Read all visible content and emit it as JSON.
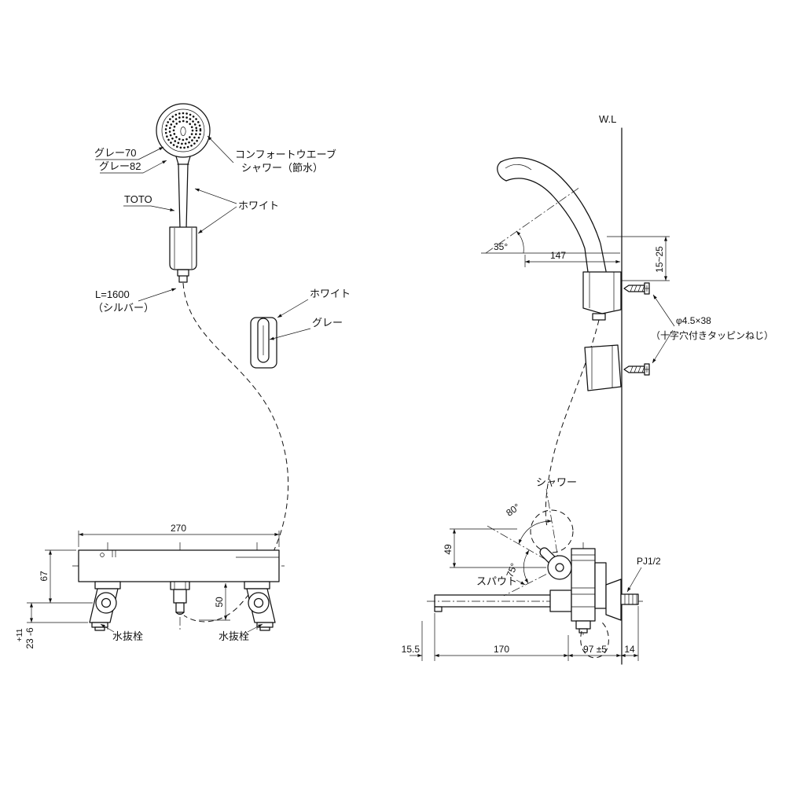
{
  "hand_shower": {
    "gray70": "グレー70",
    "gray82": "グレー82",
    "brand": "TOTO",
    "product_line1": "コンフォートウエーブ",
    "product_line2": "シャワー（節水）",
    "white": "ホワイト",
    "hose_length": "L=1600",
    "hose_color": "（シルバー）"
  },
  "hanger": {
    "white": "ホワイト",
    "gray": "グレー"
  },
  "installed_view": {
    "wall_line": "W.L",
    "angle": "35°",
    "dim_reach": "147",
    "dim_range": "15~25",
    "screw_size": "φ4.5×38",
    "screw_type": "（十字穴付きタッピンねじ）"
  },
  "front_view": {
    "dim_width": "270",
    "dim_height": "67",
    "dim_drop": "50",
    "tol_upper": "+11",
    "dim_leg": "23 -6",
    "drain_left": "水抜栓",
    "drain_right": "水抜栓"
  },
  "side_view": {
    "shower": "シャワー",
    "angle_shower": "80°",
    "dim_height": "49",
    "spout": "スパウト",
    "angle_spout": "75°",
    "connection": "PJ1/2",
    "dim_tip": "15.5",
    "dim_spout": "170",
    "dim_body": "97 ±5",
    "dim_wall": "14"
  }
}
